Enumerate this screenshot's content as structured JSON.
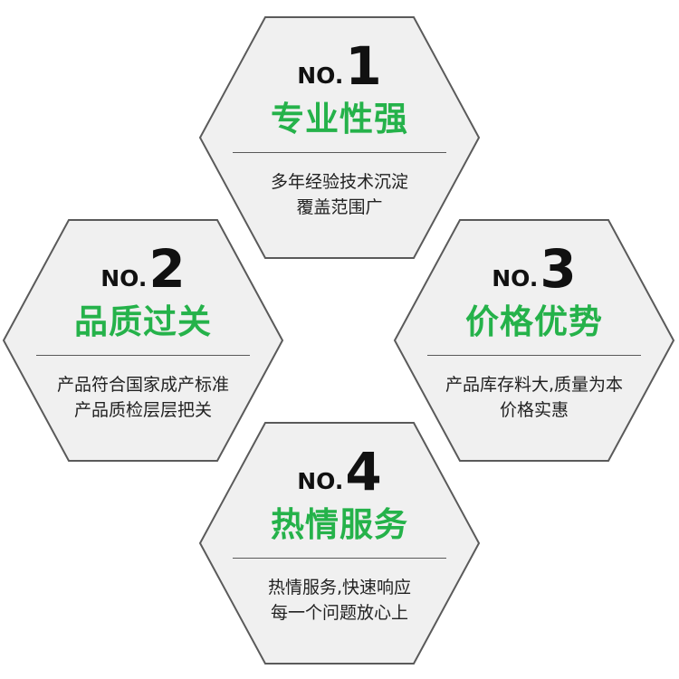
{
  "cards": [
    {
      "prefix": "NO.",
      "number": "1",
      "title": "专业性强",
      "line1": "多年经验技术沉淀",
      "line2": "覆盖范围广"
    },
    {
      "prefix": "NO.",
      "number": "2",
      "title": "品质过关",
      "line1": "产品符合国家成产标准",
      "line2": "产品质检层层把关"
    },
    {
      "prefix": "NO.",
      "number": "3",
      "title": "价格优势",
      "line1": "产品库存料大,质量为本",
      "line2": "价格实惠"
    },
    {
      "prefix": "NO.",
      "number": "4",
      "title": "热情服务",
      "line1": "热情服务,快速响应",
      "line2": "每一个问题放心上"
    }
  ],
  "colors": {
    "background": "#ffffff",
    "hexagon_fill": "#f0f0f0",
    "hexagon_border": "#5a5a5a",
    "title_green": "#25b24a",
    "text_dark": "#222222"
  }
}
